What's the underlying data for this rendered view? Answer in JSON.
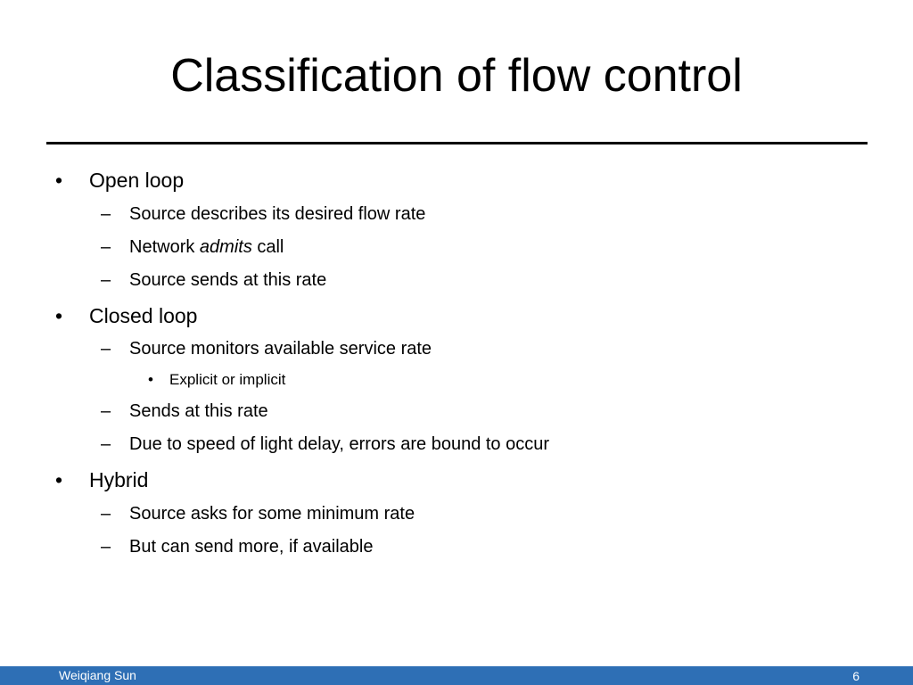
{
  "slide": {
    "title": "Classification of flow control",
    "bullets": {
      "b1": {
        "marker": "•",
        "text": "Open loop"
      },
      "b1_1": {
        "marker": "–",
        "text": "Source describes its desired flow rate"
      },
      "b1_2": {
        "marker": "–",
        "text_before": "Network ",
        "text_em": "admits",
        "text_after": " call"
      },
      "b1_3": {
        "marker": "–",
        "text": "Source sends at this rate"
      },
      "b2": {
        "marker": "•",
        "text": "Closed loop"
      },
      "b2_1": {
        "marker": "–",
        "text": "Source monitors available service rate"
      },
      "b2_1_1": {
        "marker": "•",
        "text": "Explicit or implicit"
      },
      "b2_2": {
        "marker": "–",
        "text": "Sends at this rate"
      },
      "b2_3": {
        "marker": "–",
        "text": "Due to speed of light delay, errors are bound to occur"
      },
      "b3": {
        "marker": "•",
        "text": "Hybrid"
      },
      "b3_1": {
        "marker": "–",
        "text": "Source asks for some minimum rate"
      },
      "b3_2": {
        "marker": "–",
        "text": "But can send more, if available"
      }
    }
  },
  "footer": {
    "author": "Weiqiang Sun",
    "page_number": "6",
    "bar_color": "#2e6fb5"
  }
}
